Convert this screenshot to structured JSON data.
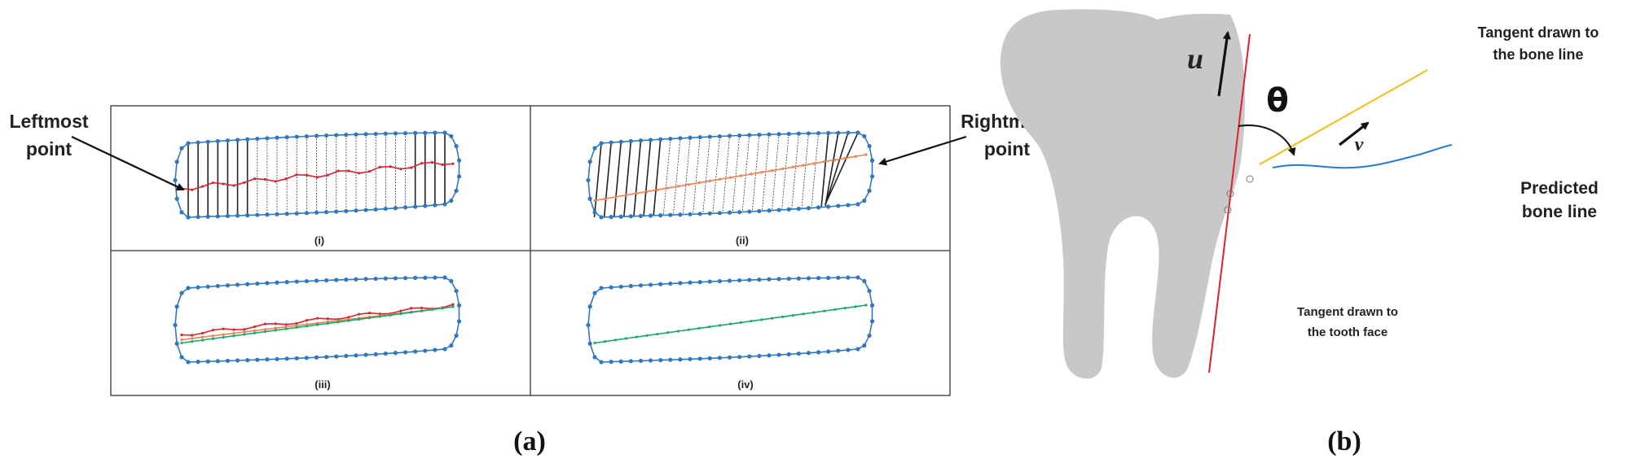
{
  "panel_a": {
    "caption": "(a)",
    "leftmost_label": [
      "Leftmost",
      "point"
    ],
    "rightmost_label": [
      "Rightmost",
      "point"
    ],
    "sub_labels": [
      "(i)",
      "(ii)",
      "(iii)",
      "(iv)"
    ],
    "colors": {
      "outline": "#2f78c0",
      "midline_i": "#d8242f",
      "midline_ii": "#f08050",
      "midline_iv": "#1aa86a",
      "hatch": "#222222"
    }
  },
  "panel_b": {
    "caption": "(b)",
    "vector_u": "u",
    "vector_v": "v",
    "angle_symbol": "θ",
    "label_bone_tangent": [
      "Tangent drawn to",
      "the bone line"
    ],
    "label_predicted": [
      "Predicted",
      "bone line"
    ],
    "label_tooth_tangent": [
      "Tangent drawn to",
      "the tooth face"
    ],
    "colors": {
      "tooth": "#c8c8c8",
      "tooth_tangent": "#e0202a",
      "bone_tangent": "#f2c12e",
      "bone_line": "#2a7bd0"
    }
  }
}
